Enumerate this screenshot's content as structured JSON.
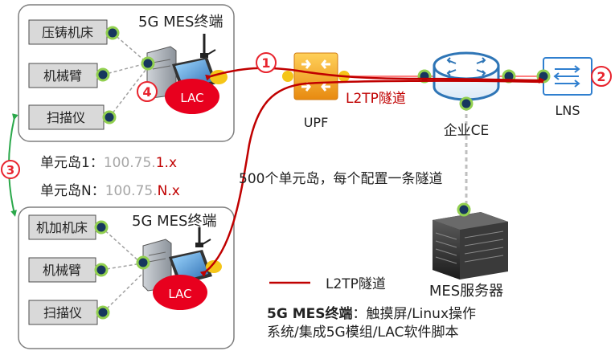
{
  "unit_top": {
    "terminal_title": "5G MES终端",
    "devices": [
      "压铸机床",
      "机械臂",
      "扫描仪"
    ],
    "lac_label": "LAC",
    "step_badge": "4"
  },
  "unit_bottom": {
    "terminal_title": "5G MES终端",
    "devices": [
      "机加机床",
      "机械臂",
      "扫描仪"
    ],
    "lac_label": "LAC"
  },
  "step_badges": {
    "one": "1",
    "two": "2",
    "three": "3"
  },
  "address_list": [
    {
      "label": "单元岛1：",
      "prefix": "100.75.",
      "suffix": "1.x"
    },
    {
      "label": "单元岛N：",
      "prefix": "100.75.",
      "suffix": "N.x"
    }
  ],
  "network": {
    "upf_label": "UPF",
    "ce_label": "企业CE",
    "lns_label": "LNS",
    "tunnel_label": "L2TP隧道",
    "server_label": "MES服务器",
    "multi_unit_note": "500个单元岛，每个配置一条隧道"
  },
  "legend": {
    "tunnel_label": "L2TP隧道"
  },
  "description": {
    "term": "5G MES终端",
    "sep": "：",
    "line1_rest": "触摸屏/Linux操作",
    "line2": "系统/集成5G模组/LAC软件脚本"
  },
  "colors": {
    "tunnel_red": "#c00000",
    "node_navy": "#17375e",
    "node_green": "#92d050",
    "badge_red": "#e8242e",
    "ip_gray": "#a6a6a6",
    "upf_orange": "#f0a020",
    "ce_blue": "#2e75b6",
    "lns_blue": "#2f7fcf",
    "unit_border": "#7f7f7f"
  }
}
